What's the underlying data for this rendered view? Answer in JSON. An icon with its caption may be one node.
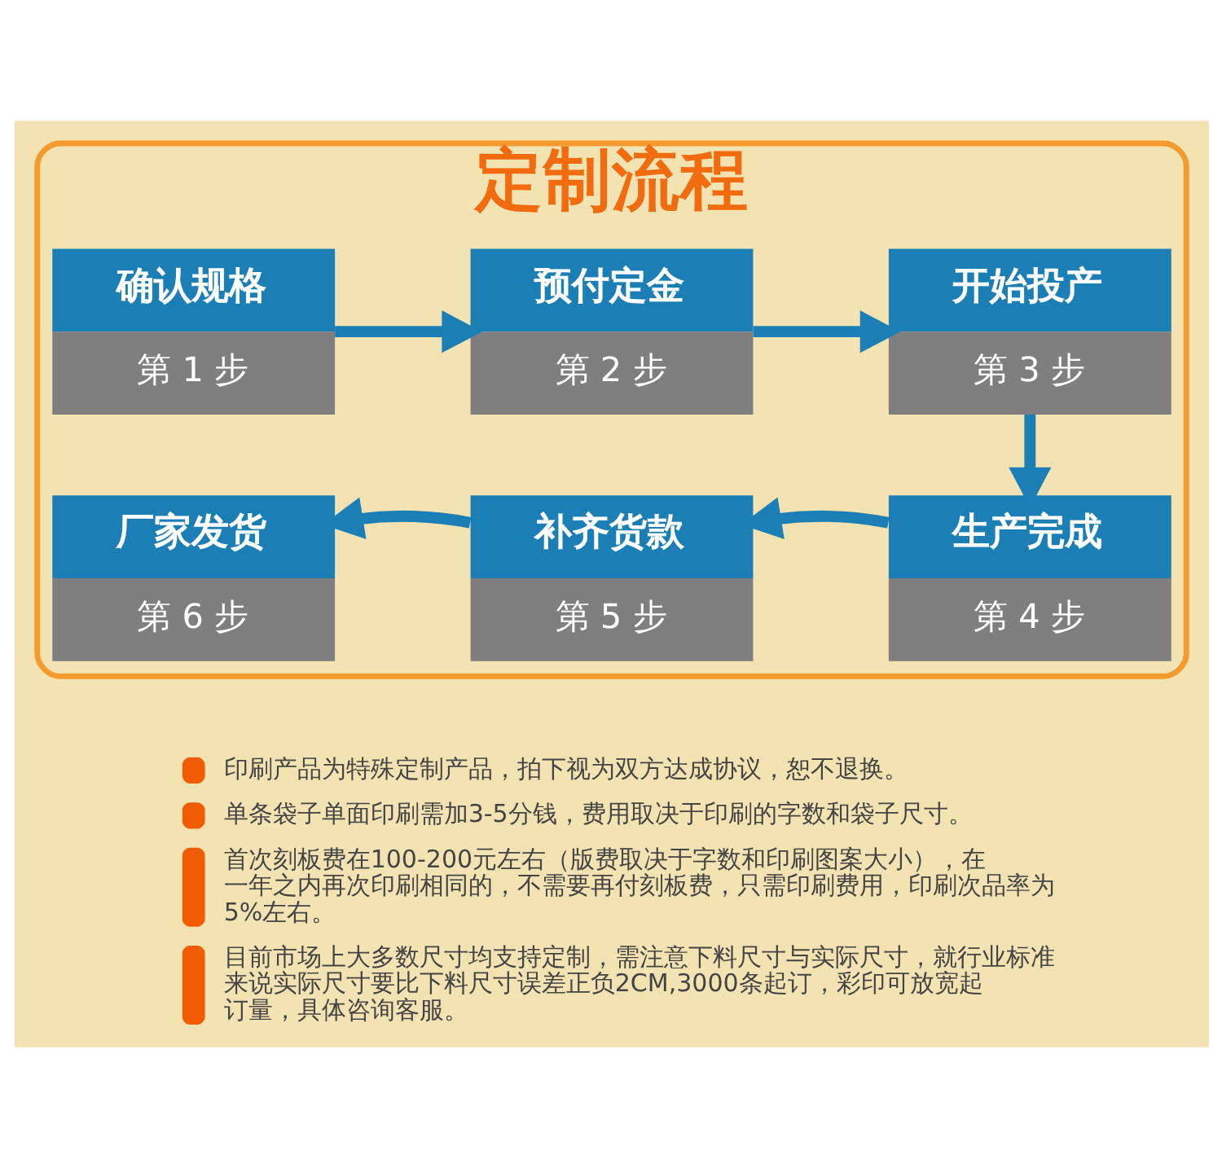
{
  "diagram": {
    "nodes": [
      {
        "text": [
          "定制流程"
        ]
      },
      {
        "text": [
          "确认规格",
          "第 1 步"
        ],
        "in": 0
      },
      {
        "text": [
          "预付定金",
          "第 2 步"
        ],
        "in": 0
      },
      {
        "text": [
          "开始投产",
          "第 3 步"
        ],
        "in": 0
      },
      {
        "text": [
          "厂家发货",
          "第 6 步"
        ],
        "in": 0
      },
      {
        "text": [
          "补齐货款",
          "第 5 步"
        ],
        "in": 0
      },
      {
        "text": [
          "生产完成",
          "第 4 步"
        ],
        "in": 0
      }
    ],
    "edges": [
      {
        "from": 1,
        "to": 2,
        "arrow": "to"
      },
      {
        "from": 2,
        "to": 3,
        "arrow": "to"
      },
      {
        "from": 3,
        "to": 6,
        "arrow": "to"
      },
      {
        "from": 6,
        "to": 5,
        "arrow": "to"
      },
      {
        "from": 5,
        "to": 4,
        "arrow": "to"
      }
    ],
    "labels": [
      "印刷产品为特殊定制产品，拍下视为双方达成协议，恕不退换。",
      "单条袋子单面印刷需加3-5分钱，费用取决于印刷的字数和袋子尺寸。",
      "首次刻板费在100-200元左右（版费取决于字数和印刷图案大小），在一年之内再次印刷相同的，不需要再付刻板费，只需印刷费用，印刷次品率为5%左右。",
      "目前市场上大多数尺寸均支持定制，需注意下料尺寸与实际尺寸，就行业标准来说实际尺寸要比下料尺寸误差正负2CM,3000条起订，彩印可放宽起订量，具体咨询客服。"
    ]
  }
}
